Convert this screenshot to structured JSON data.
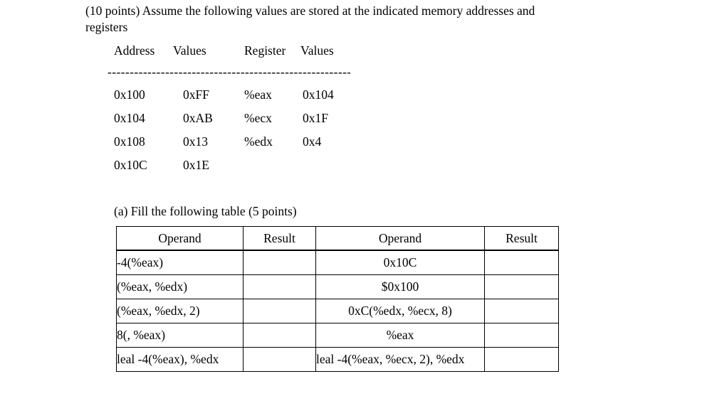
{
  "page": {
    "intro_line1": "(10 points) Assume the following values are stored at the indicated memory addresses and",
    "intro_line2": "registers",
    "part_a_label": "(a) Fill the following table (5 points)"
  },
  "memory_listing": {
    "headers": [
      "Address",
      "Values",
      "Register",
      "Values"
    ],
    "separator": "------------------------------------------------------------",
    "rows": [
      [
        "0x100",
        "0xFF",
        "%eax",
        "0x104"
      ],
      [
        "0x104",
        "0xAB",
        "%ecx",
        "0x1F"
      ],
      [
        "0x108",
        "0x13",
        "%edx",
        "0x4"
      ],
      [
        "0x10C",
        "0x1E",
        "",
        ""
      ]
    ]
  },
  "operand_table": {
    "headers": [
      "Operand",
      "Result",
      "Operand",
      "Result"
    ],
    "rows": [
      [
        "-4(%eax)",
        "",
        "0x10C",
        ""
      ],
      [
        "(%eax, %edx)",
        "",
        "$0x100",
        ""
      ],
      [
        "(%eax, %edx, 2)",
        "",
        "0xC(%edx, %ecx, 8)",
        ""
      ],
      [
        "8(, %eax)",
        "",
        "%eax",
        ""
      ],
      [
        "leal -4(%eax), %edx",
        "",
        "leal -4(%eax, %ecx, 2), %edx",
        ""
      ]
    ]
  }
}
